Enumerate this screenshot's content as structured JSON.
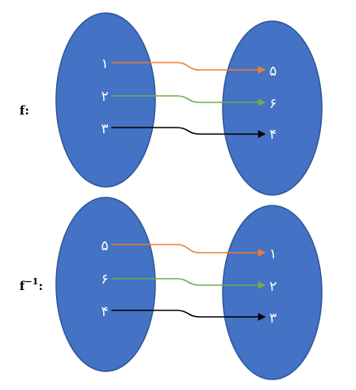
{
  "colors": {
    "ellipse_fill": "#4472C4",
    "ellipse_stroke": "#2F5597",
    "arrow_orange": "#ED7D31",
    "arrow_green": "#70AD47",
    "arrow_black": "#000000",
    "background": "#FFFFFF"
  },
  "diagrams": [
    {
      "label": "f:",
      "label_sup": "",
      "label_tail": "",
      "domain": [
        "۱",
        "۲",
        "۳"
      ],
      "codomain": [
        "۵",
        "۶",
        "۴"
      ],
      "mappings": [
        {
          "from": 0,
          "to": 0,
          "color": "arrow_orange"
        },
        {
          "from": 1,
          "to": 1,
          "color": "arrow_green"
        },
        {
          "from": 2,
          "to": 2,
          "color": "arrow_black"
        }
      ]
    },
    {
      "label": "f",
      "label_sup": "−1",
      "label_tail": ":",
      "domain": [
        "۵",
        "۶",
        "۴"
      ],
      "codomain": [
        "۱",
        "۲",
        "۳"
      ],
      "mappings": [
        {
          "from": 0,
          "to": 0,
          "color": "arrow_orange"
        },
        {
          "from": 1,
          "to": 1,
          "color": "arrow_green"
        },
        {
          "from": 2,
          "to": 2,
          "color": "arrow_black"
        }
      ]
    }
  ]
}
